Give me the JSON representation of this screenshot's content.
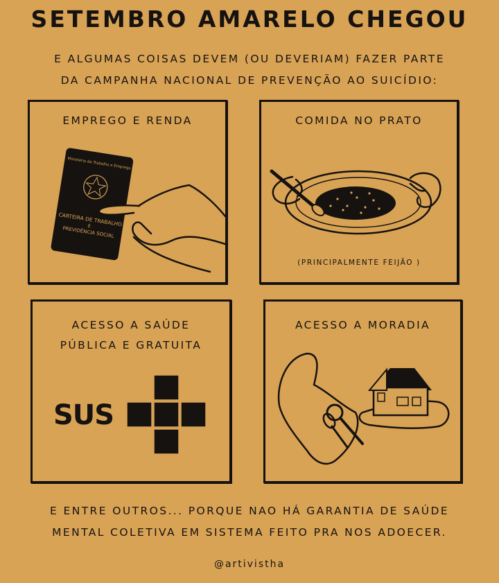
{
  "header": {
    "title": "SETEMBRO AMARELO CHEGOU",
    "intro_line1": "E ALGUMAS COISAS DEVEM (OU DEVERIAM) FAZER PARTE",
    "intro_line2": "DA CAMPANHA NACIONAL DE PREVENÇÃO AO SUICÍDIO:"
  },
  "panels": [
    {
      "title": "EMPREGO E RENDA",
      "booklet_top_text": "Ministério do Trabalho e Emprego",
      "booklet_line1": "CARTEIRA DE TRABALHO",
      "booklet_line2": "E",
      "booklet_line3": "PREVIDÊNCIA SOCIAL",
      "icon": "work-booklet-in-hand-icon"
    },
    {
      "title": "COMIDA NO PRATO",
      "caption": "(PRINCIPALMENTE FEIJÃO )",
      "icon": "plate-of-beans-icon"
    },
    {
      "title_line1": "ACESSO A SAÚDE",
      "title_line2": "PÚBLICA E GRATUITA",
      "logo_text": "SUS",
      "icon": "sus-cross-logo"
    },
    {
      "title": "ACESSO A MORADIA",
      "icon": "house-and-keys-in-hands-icon"
    }
  ],
  "footer": {
    "closing_line1": "E ENTRE OUTROS... PORQUE NAO HÁ GARANTIA DE SAÚDE",
    "closing_line2": "MENTAL COLETIVA EM SISTEMA FEITO PRA NOS ADOECER.",
    "handle": "@artivistha"
  },
  "colors": {
    "background": "#D9A356",
    "ink": "#151210"
  }
}
